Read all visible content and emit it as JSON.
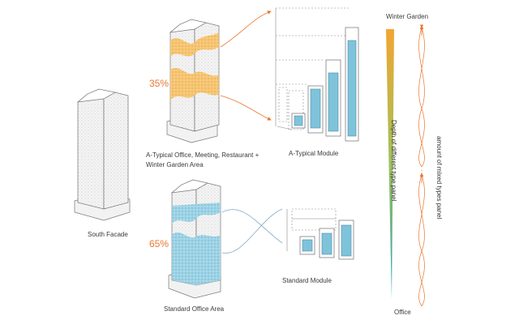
{
  "labels": {
    "winter_garden": "Winter Garden",
    "office": "Office",
    "pct_top": "35%",
    "pct_bottom": "65%",
    "atypical_area_line1": "A-Typical Office, Meeting, Restaurant +",
    "atypical_area_line2": "Winter Garden Area",
    "atypical_module": "A-Typical Module",
    "south_facade": "South Facade",
    "standard_module": "Standard Module",
    "standard_office_area": "Standard Office Area",
    "depth_panel": "Depth of different type panel",
    "amount_mixed": "amount of mixed types panel"
  },
  "colors": {
    "accent_orange": "#e8772e",
    "winter_garden_yellow": "#f2b54a",
    "office_blue": "#7fc3db",
    "gradient_top": "#f3a531",
    "gradient_mid": "#9fc25a",
    "gradient_bottom": "#27a0b8",
    "line_gray": "#9a9a9a"
  }
}
